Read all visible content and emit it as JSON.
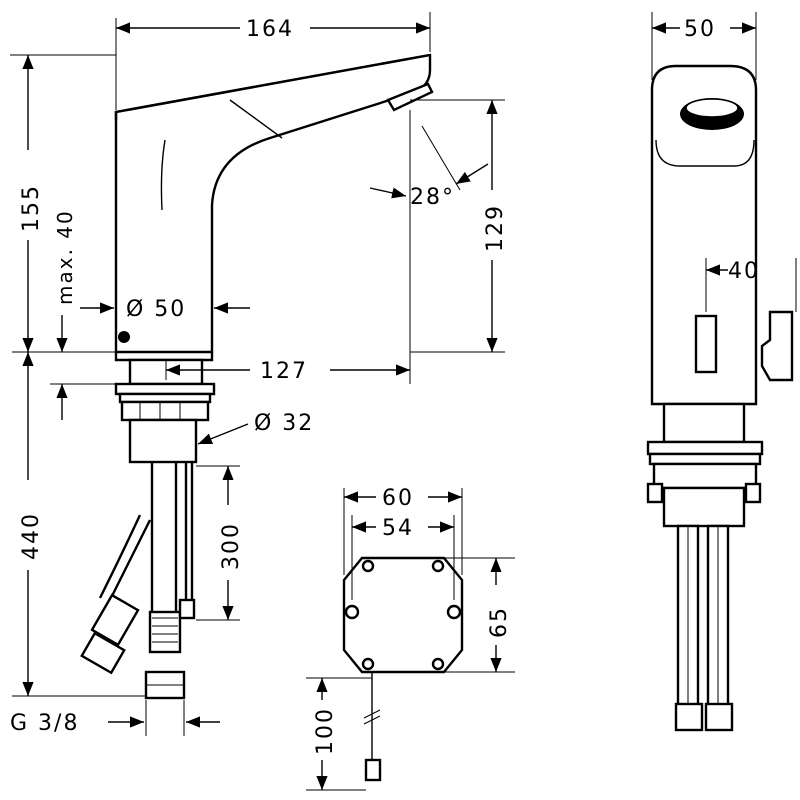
{
  "dimensions": {
    "width_total": "164",
    "height_total": "155",
    "max_deck": "max. 40",
    "diameter_spout": "Ø 50",
    "angle": "28°",
    "spout_height": "129",
    "reach": "127",
    "diameter_shank": "Ø 32",
    "hose_length": "440",
    "cable_length": "300",
    "thread": "G 3/8",
    "side_width": "50",
    "side_sensor": "40",
    "box_width_outer": "60",
    "box_width_inner": "54",
    "box_height": "65",
    "box_cable": "100"
  }
}
